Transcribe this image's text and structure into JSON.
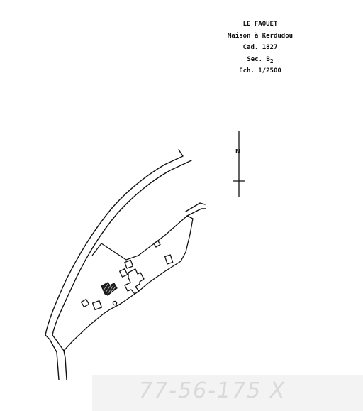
{
  "map": {
    "commune": "LE FAOUET",
    "subject": "Maison à Kerdudou",
    "cadastre": "Cad. 1827",
    "section_prefix": "Sec. B",
    "section_sub": "2",
    "scale": "Ech. 1/2500",
    "north_label": "N",
    "archive_stamp": "77-56-175 X",
    "colors": {
      "ink": "#111111",
      "paper": "#ffffff",
      "stamp_bg": "#f3f3f3",
      "stamp_text": "#d9d9d9"
    }
  }
}
